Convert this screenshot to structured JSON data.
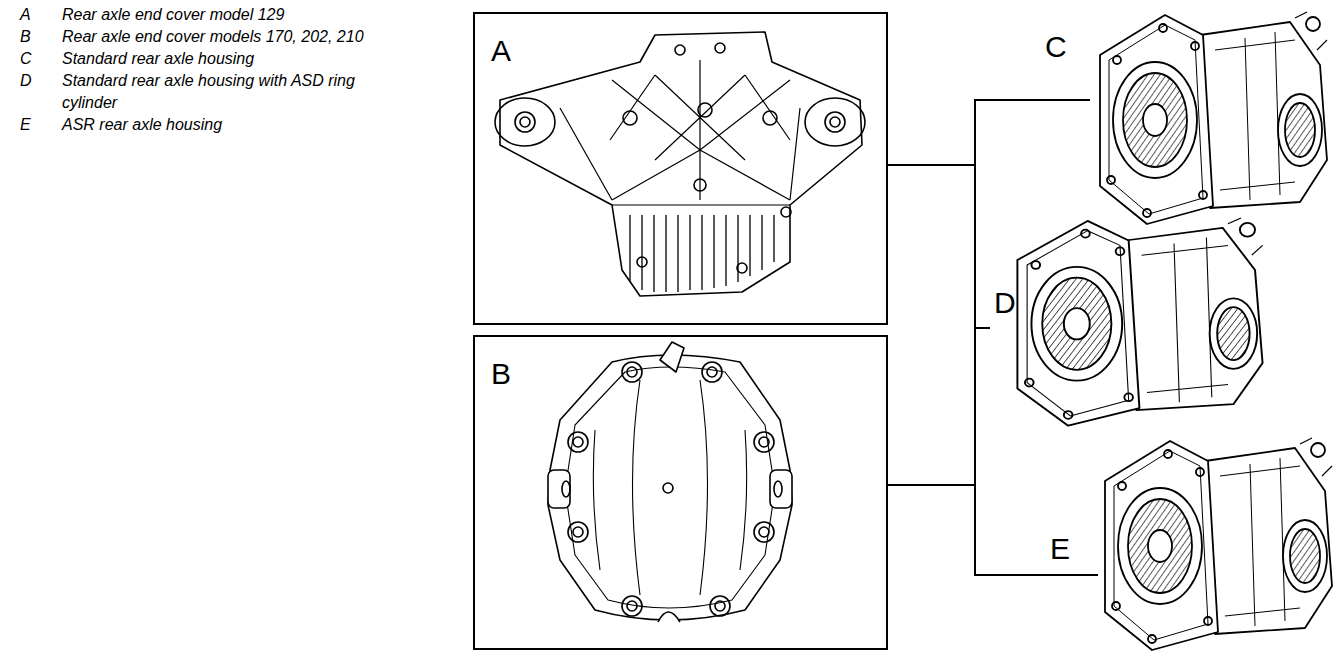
{
  "diagram": {
    "nodes": [
      {
        "text": [
          "A"
        ]
      },
      {
        "text": [
          "B"
        ]
      },
      {
        "text": [
          "C"
        ]
      },
      {
        "text": [
          "D"
        ]
      },
      {
        "text": [
          "E"
        ]
      }
    ],
    "edges": [
      {
        "from": 0,
        "to": 2,
        "arrow": "none"
      },
      {
        "from": 0,
        "to": 3,
        "arrow": "none"
      },
      {
        "from": 0,
        "to": 4,
        "arrow": "none"
      },
      {
        "from": 1,
        "to": 2,
        "arrow": "none"
      },
      {
        "from": 1,
        "to": 3,
        "arrow": "none"
      },
      {
        "from": 1,
        "to": 4,
        "arrow": "none"
      }
    ],
    "labels": [
      "A",
      "Rear axle end cover model 129",
      "B",
      "Rear axle end cover models 170, 202, 210",
      "C",
      "Standard rear axle housing",
      "D",
      "Standard rear axle housing with ASD ring cylinder",
      "E",
      "ASR rear axle housing"
    ]
  }
}
